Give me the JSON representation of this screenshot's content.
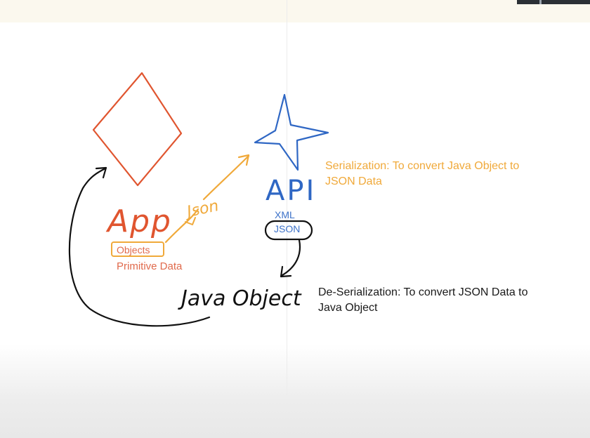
{
  "diagram": {
    "app_label": "App",
    "api_label": "API",
    "json_arrow_label": "Json",
    "app_objects": "Objects",
    "app_primitive": "Primitive Data",
    "api_xml": "XML",
    "api_json": "JSON",
    "java_object_label": "Java Object",
    "serialization_note": "Serialization: To convert Java Object to JSON Data",
    "deserialization_note": "De-Serialization: To convert JSON Data to Java Object"
  },
  "colors": {
    "app": "#e0552f",
    "api": "#2f67c4",
    "arrow_orange": "#f0a93a",
    "ink": "#111111"
  },
  "icons": [
    "diamond-shape",
    "four-point-star-shape"
  ]
}
